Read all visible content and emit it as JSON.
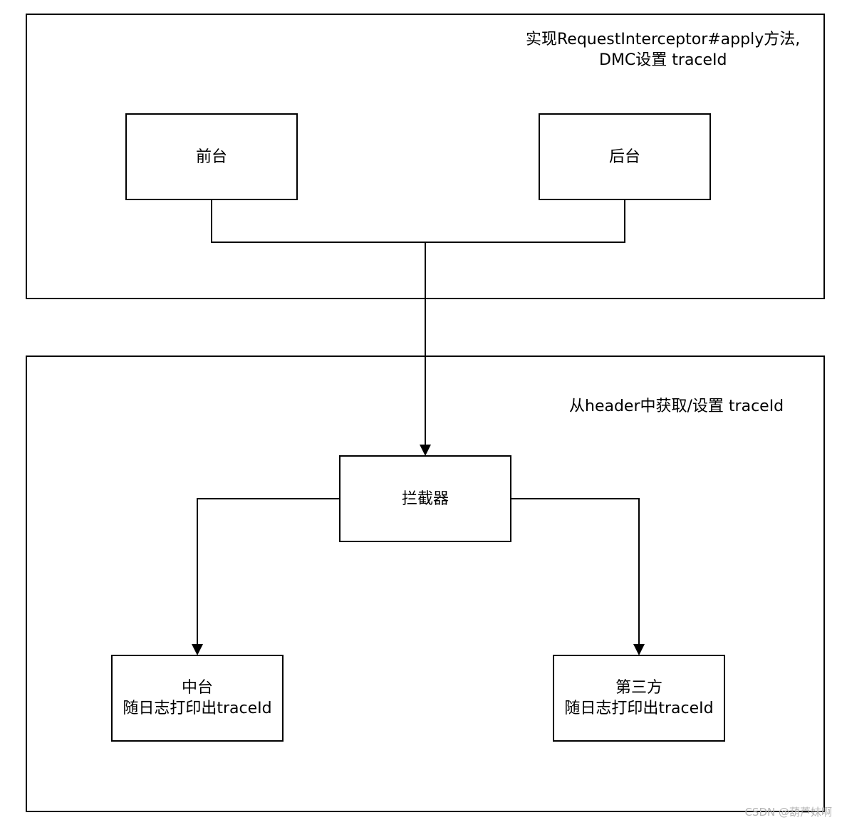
{
  "top_group": {
    "note_line1": "实现RequestInterceptor#apply方法,",
    "note_line2": "DMC设置  traceId"
  },
  "bottom_group": {
    "note": "从header中获取/设置  traceId"
  },
  "nodes": {
    "frontend": "前台",
    "backend": "后台",
    "interceptor": "拦截器",
    "middle_line1": "中台",
    "middle_line2": "随日志打印出traceId",
    "third_party_line1": "第三方",
    "third_party_line2": "随日志打印出traceId"
  },
  "watermark": "CSDN @葫芦妹啊",
  "colors": {
    "stroke": "#000000",
    "background": "#ffffff",
    "watermark": "#b5b5b5"
  }
}
